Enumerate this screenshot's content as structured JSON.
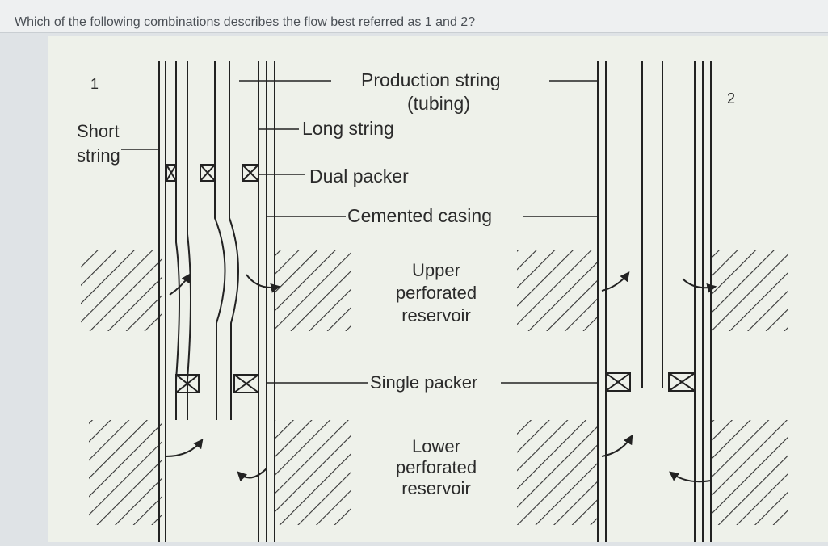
{
  "question": "Which of the following combinations describes the flow best referred as 1 and 2?",
  "diagram": {
    "label_1": "1",
    "label_2": "2",
    "short_string": [
      "Short",
      "string"
    ],
    "production_string": [
      "Production string",
      "(tubing)"
    ],
    "long_string": "Long string",
    "dual_packer": "Dual packer",
    "cemented_casing": "Cemented casing",
    "upper_reservoir": [
      "Upper",
      "perforated",
      "reservoir"
    ],
    "single_packer": "Single packer",
    "lower_reservoir": [
      "Lower",
      "perforated",
      "reservoir"
    ]
  }
}
